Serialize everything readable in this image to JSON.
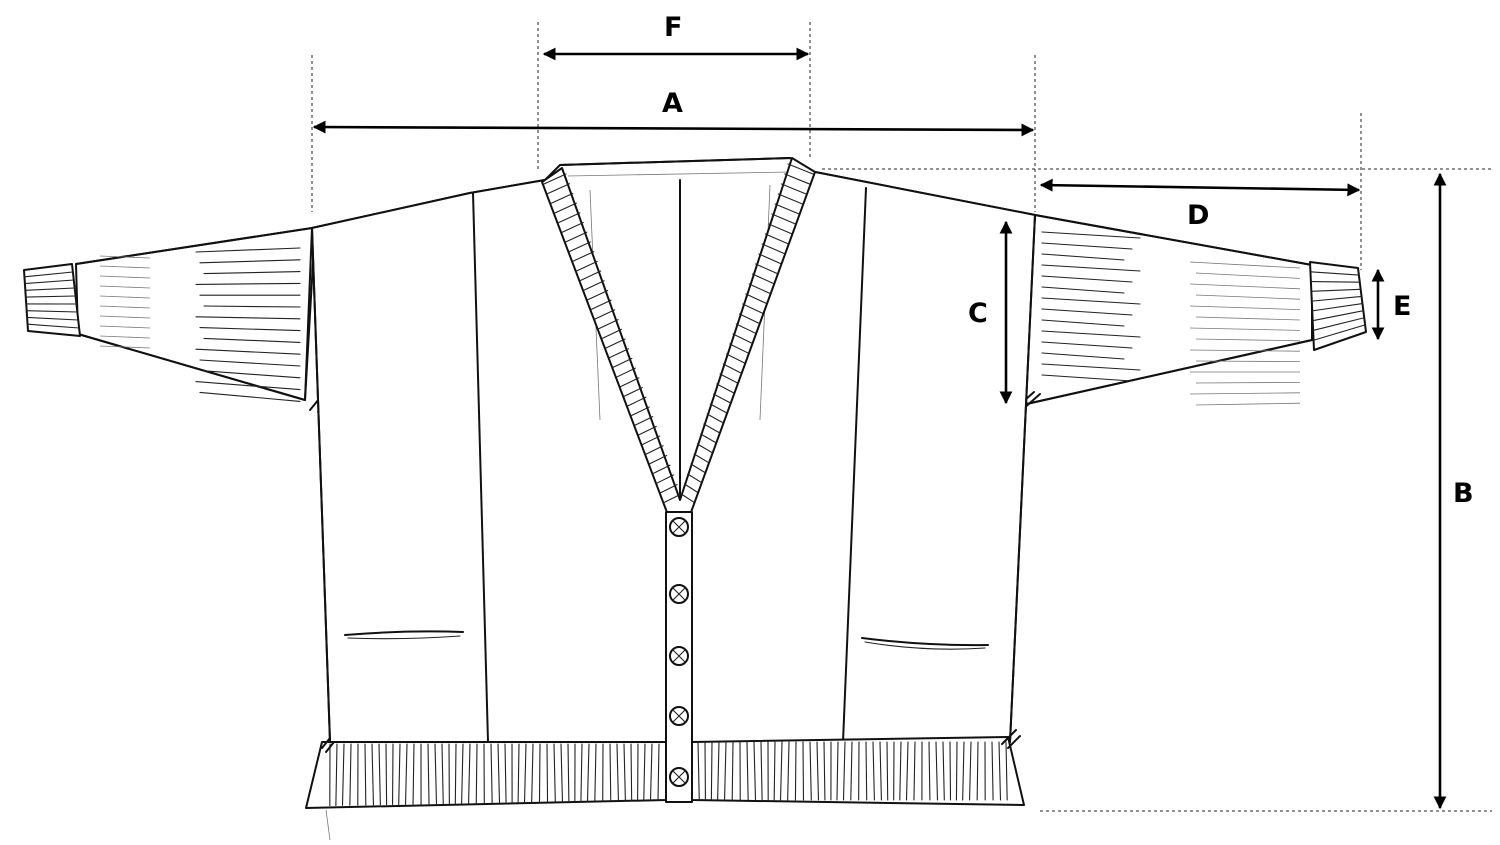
{
  "labels": {
    "width": "A",
    "length": "B",
    "armhole": "C",
    "sleeve": "D",
    "cuff": "E",
    "neck": "F"
  },
  "colors": {
    "ink": "#111111",
    "background": "#ffffff"
  }
}
